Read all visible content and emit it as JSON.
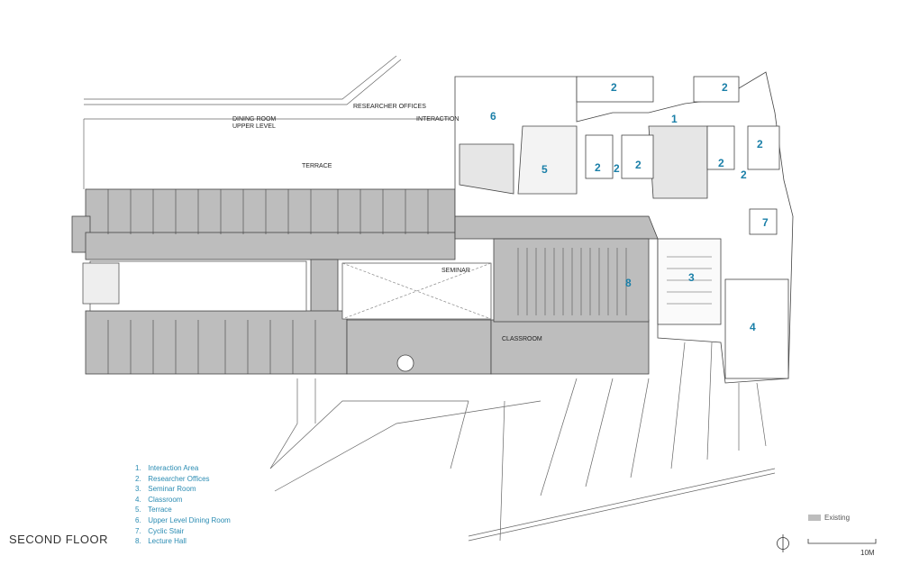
{
  "title": "SECOND FLOOR",
  "legend": [
    {
      "num": "1.",
      "text": "Interaction Area"
    },
    {
      "num": "2.",
      "text": "Researcher Offices"
    },
    {
      "num": "3.",
      "text": "Seminar Room"
    },
    {
      "num": "4.",
      "text": "Classroom"
    },
    {
      "num": "5.",
      "text": "Terrace"
    },
    {
      "num": "6.",
      "text": "Upper Level Dining Room"
    },
    {
      "num": "7.",
      "text": "Cyclic Stair"
    },
    {
      "num": "8.",
      "text": "Lecture Hall"
    }
  ],
  "existing_label": "Existing",
  "scale_label": "10M",
  "plan_labels": {
    "researcher_offices": "RESEARCHER OFFICES",
    "interaction": "INTERACTION",
    "dining_room_1": "DINING ROOM",
    "dining_room_2": "UPPER LEVEL",
    "terrace": "TERRACE",
    "seminar": "SEMINAR",
    "classroom": "CLASSROOM"
  },
  "room_numbers": [
    "1",
    "2",
    "2",
    "2",
    "2",
    "2",
    "2",
    "2",
    "2",
    "3",
    "4",
    "5",
    "6",
    "7",
    "8"
  ],
  "colors": {
    "existing_fill": "#bdbdbd",
    "line": "#444444",
    "label_blue": "#1a7fa8",
    "legend_blue": "#2b8cb3"
  }
}
